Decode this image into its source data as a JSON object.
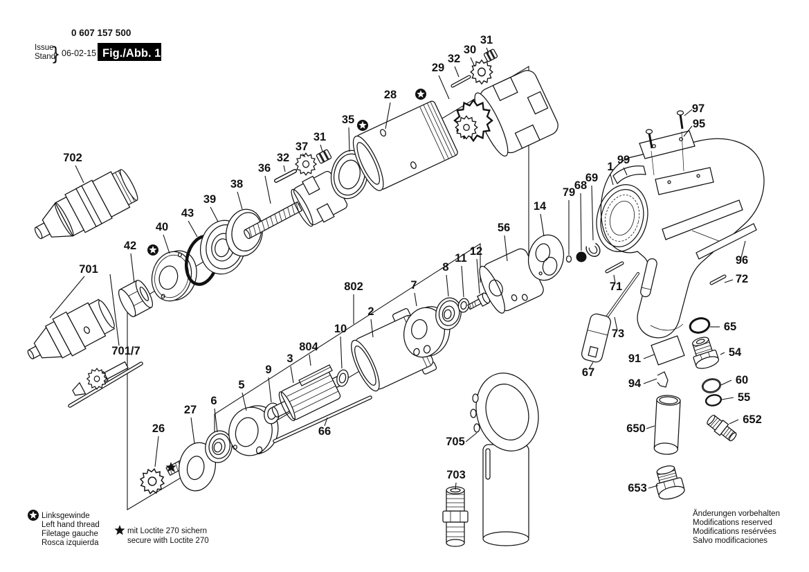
{
  "header": {
    "part_number": "0 607 157 500",
    "issue_word": "Issue",
    "stand_word": "Stand",
    "brace": "}",
    "date": "06-02-15",
    "figure_label": "Fig./Abb. 1"
  },
  "legend": {
    "left_hand_thread": {
      "symbol": "circled-star",
      "lines": [
        "Linksgewinde",
        "Left hand thread",
        "Filetage gauche",
        "Rosca izquierda"
      ]
    },
    "loctite": {
      "symbol": "star",
      "lines": [
        "mit Loctite 270 sichern",
        "secure with Loctite 270"
      ]
    }
  },
  "notice": {
    "lines": [
      "Änderungen vorbehalten",
      "Modifications reserved",
      "Modifications resérvées",
      "Salvo modificaciones"
    ]
  },
  "symbols": {
    "circled_star_meaning": "left-hand-thread-marker",
    "star_meaning": "loctite-270-marker"
  },
  "colors": {
    "ink": "#111111",
    "paper": "#ffffff"
  },
  "parts": [
    "702",
    "701",
    "701/7",
    "42",
    "40",
    "43",
    "39",
    "38",
    "36",
    "32",
    "37",
    "31",
    "35",
    "28",
    "29",
    "32",
    "30",
    "31",
    "97",
    "95",
    "99",
    "1",
    "69",
    "68",
    "79",
    "14",
    "56",
    "96",
    "72",
    "71",
    "12",
    "11",
    "8",
    "7",
    "802",
    "2",
    "10",
    "804",
    "3",
    "9",
    "5",
    "6",
    "27",
    "26",
    "66",
    "73",
    "65",
    "54",
    "91",
    "67",
    "60",
    "94",
    "55",
    "652",
    "650",
    "705",
    "703",
    "653"
  ]
}
